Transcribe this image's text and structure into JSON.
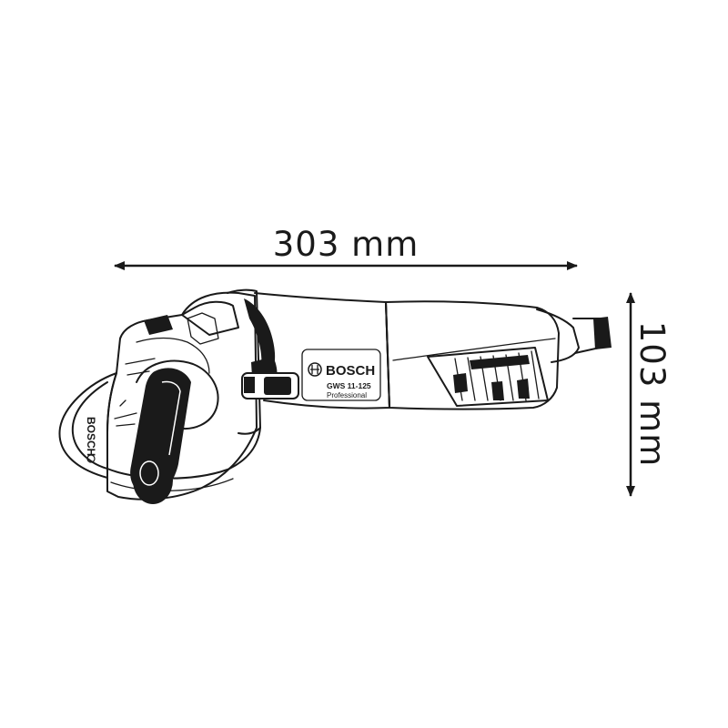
{
  "dimensions": {
    "width_label": "303 mm",
    "height_label": "103 mm"
  },
  "product": {
    "brand": "BOSCH",
    "model": "GWS 11-125",
    "line": "Professional",
    "disc_brand": "BOSCH"
  },
  "colors": {
    "line": "#1a1a1a",
    "background": "#ffffff"
  }
}
